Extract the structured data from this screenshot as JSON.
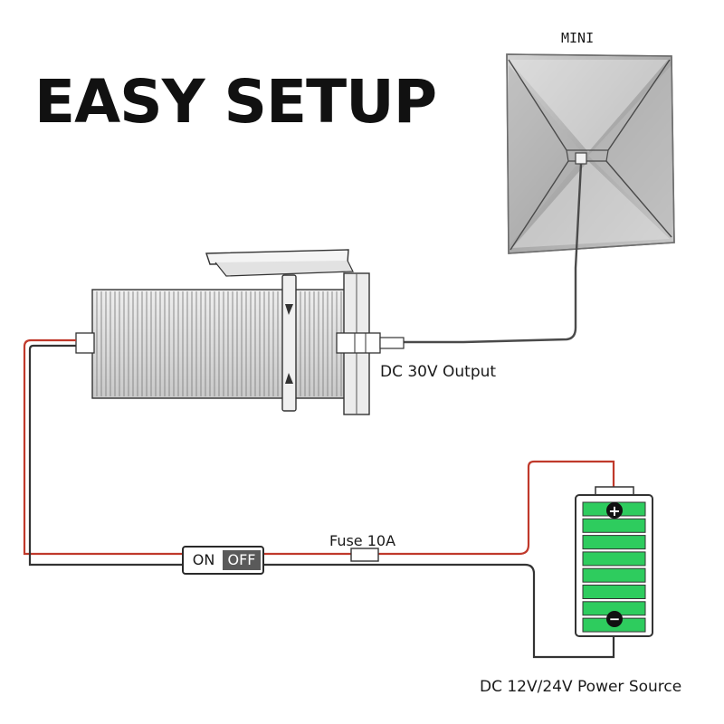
{
  "title": "EASY SETUP",
  "antenna": {
    "label": "MINI"
  },
  "charger": {
    "output_label": "DC 30V Output"
  },
  "fuse": {
    "label": "Fuse 10A"
  },
  "switch": {
    "on_label": "ON",
    "off_label": "OFF"
  },
  "battery": {
    "label": "DC 12V/24V Power Source",
    "positive_symbol": "+",
    "negative_symbol": "−",
    "cell_color": "#2ecc5e"
  },
  "colors": {
    "positive_wire": "#c0392b",
    "negative_wire": "#333333",
    "text": "#111111"
  }
}
